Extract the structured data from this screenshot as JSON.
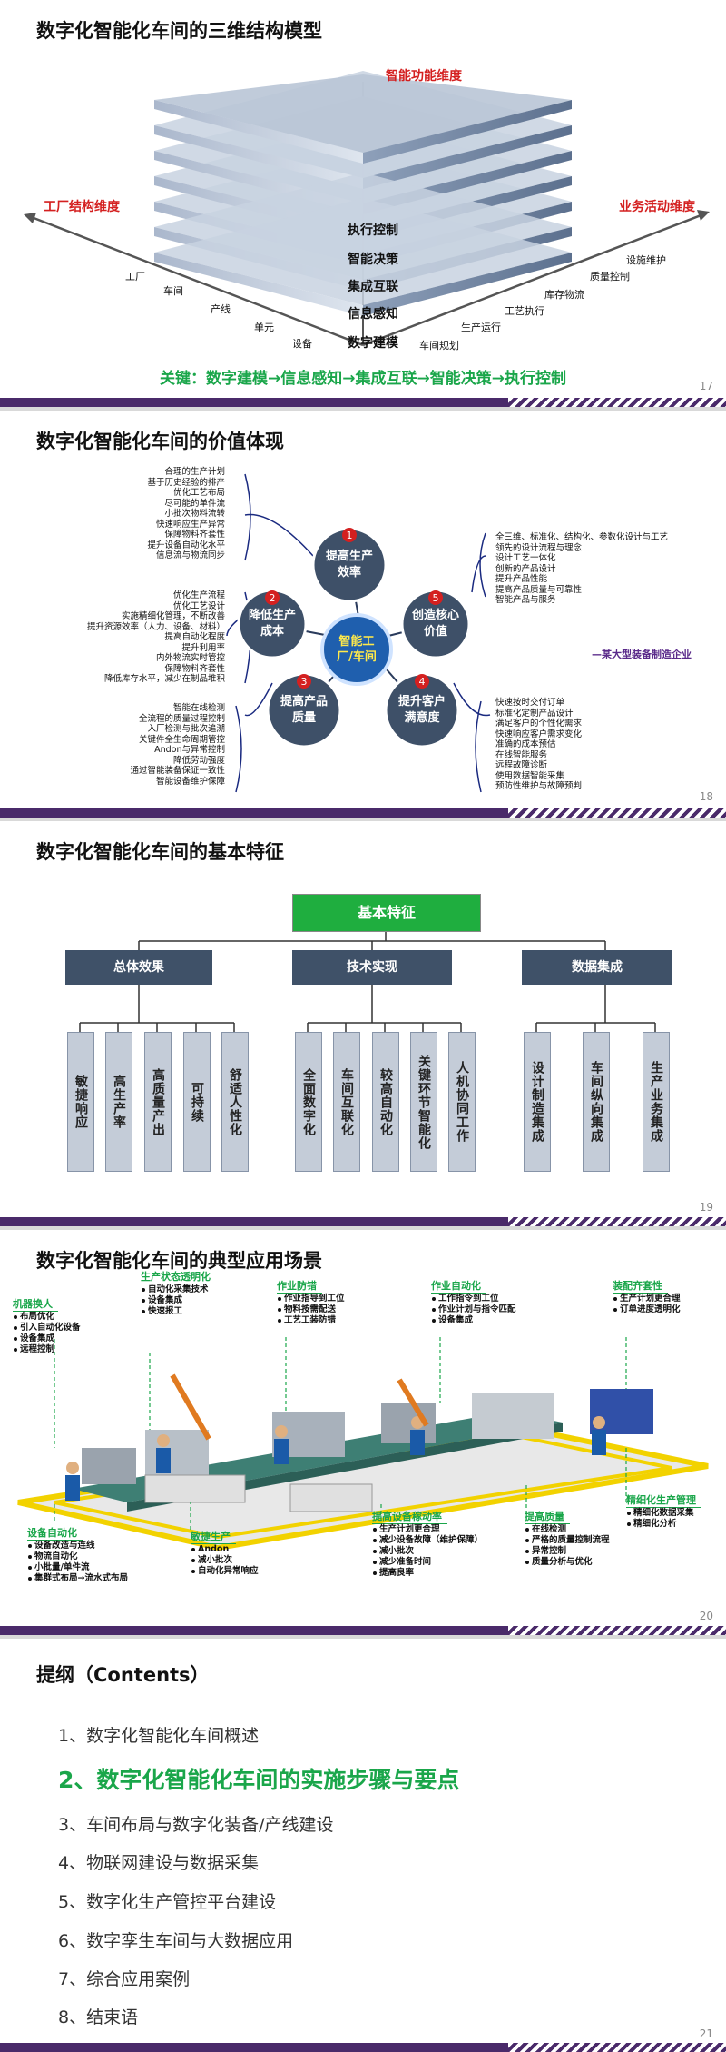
{
  "slides": [
    {
      "title": "数字化智能化车间的三维结构模型",
      "page": "17",
      "axis_top": "智能功能维度",
      "axis_left": "工厂结构维度",
      "axis_right": "业务活动维度",
      "layers": [
        "执行控制",
        "智能决策",
        "集成互联",
        "信息感知",
        "数字建模"
      ],
      "left_ticks": [
        "工厂",
        "车间",
        "产线",
        "单元",
        "设备"
      ],
      "right_ticks": [
        "车间规划",
        "生产运行",
        "工艺执行",
        "库存物流",
        "质量控制",
        "设施维护"
      ],
      "key_line": "关键：数字建模→信息感知→集成互联→智能决策→执行控制"
    },
    {
      "title": "数字化智能化车间的价值体现",
      "page": "18",
      "center": "智能工厂/车间",
      "nodes": [
        {
          "num": "1",
          "label": "提高生产效率"
        },
        {
          "num": "2",
          "label": "降低生产成本"
        },
        {
          "num": "3",
          "label": "提高产品质量"
        },
        {
          "num": "4",
          "label": "提升客户满意度"
        },
        {
          "num": "5",
          "label": "创造核心价值"
        }
      ],
      "list1": [
        "合理的生产计划",
        "基于历史经验的排产",
        "优化工艺布局",
        "尽可能的单件流",
        "小批次物料流转",
        "快速响应生产异常",
        "保障物料齐套性",
        "提升设备自动化水平",
        "信息流与物流同步"
      ],
      "list2": [
        "优化生产流程",
        "优化工艺设计",
        "实施精细化管理，不断改善",
        "提升资源效率（人力、设备、材料）",
        "提高自动化程度",
        "提升利用率",
        "内外物流实时管控",
        "保障物料齐套性",
        "降低库存水平，减少在制品堆积"
      ],
      "list3": [
        "智能在线检测",
        "全流程的质量过程控制",
        "入厂检测与批次追溯",
        "关键件全生命周期管控",
        "Andon与异常控制",
        "降低劳动强度",
        "通过智能装备保证一致性",
        "智能设备维护保障"
      ],
      "list4": [
        "快速按时交付订单",
        "标准化定制产品设计",
        "满足客户的个性化需求",
        "快速响应客户需求变化",
        "准确的成本预估",
        "在线智能服务",
        "远程故障诊断",
        "使用数据智能采集",
        "预防性维护与故障预判"
      ],
      "list5": [
        "全三维、标准化、结构化、参数化设计与工艺",
        "领先的设计流程与理念",
        "设计工艺一体化",
        "创新的产品设计",
        "提升产品性能",
        "提高产品质量与可靠性",
        "智能产品与服务"
      ],
      "source": "—某大型装备制造企业"
    },
    {
      "title": "数字化智能化车间的基本特征",
      "page": "19",
      "root": "基本特征",
      "groups": [
        {
          "label": "总体效果",
          "items": [
            "敏捷响应",
            "高生产率",
            "高质量产出",
            "可持续",
            "舒适人性化"
          ]
        },
        {
          "label": "技术实现",
          "items": [
            "全面数字化",
            "车间互联化",
            "较高自动化",
            "关键环节智能化",
            "人机协同工作"
          ]
        },
        {
          "label": "数据集成",
          "items": [
            "设计制造集成",
            "车间纵向集成",
            "生产业务集成"
          ]
        }
      ]
    },
    {
      "title": "数字化智能化车间的典型应用场景",
      "page": "20",
      "callouts": [
        {
          "title": "机器换人",
          "items": [
            "布局优化",
            "引入自动化设备",
            "设备集成",
            "远程控制"
          ]
        },
        {
          "title": "生产状态透明化",
          "items": [
            "自动化采集技术",
            "设备集成",
            "快速报工"
          ]
        },
        {
          "title": "作业防错",
          "items": [
            "作业指导到工位",
            "物料按需配送",
            "工艺工装防错"
          ]
        },
        {
          "title": "作业自动化",
          "items": [
            "工作指令到工位",
            "作业计划与指令匹配",
            "设备集成"
          ]
        },
        {
          "title": "装配齐套性",
          "items": [
            "生产计划更合理",
            "订单进度透明化"
          ]
        },
        {
          "title": "设备自动化",
          "items": [
            "设备改造与连线",
            "物流自动化",
            "小批量/单件流",
            "集群式布局→流水式布局"
          ]
        },
        {
          "title": "敏捷生产",
          "items": [
            "Andon",
            "减小批次",
            "自动化异常响应"
          ]
        },
        {
          "title": "提高设备稼动率",
          "items": [
            "生产计划更合理",
            "减少设备故障（维护保障）",
            "减小批次",
            "减少准备时间",
            "提高良率"
          ]
        },
        {
          "title": "提高质量",
          "items": [
            "在线检测",
            "严格的质量控制流程",
            "异常控制",
            "质量分析与优化"
          ]
        },
        {
          "title": "精细化生产管理",
          "items": [
            "精细化数据采集",
            "精细化分析"
          ]
        }
      ]
    },
    {
      "title": "提纲（Contents）",
      "page": "21",
      "items": [
        "1、数字化智能化车间概述",
        "2、数字化智能化车间的实施步骤与要点",
        "3、车间布局与数字化装备/产线建设",
        "4、物联网建设与数据采集",
        "5、数字化生产管控平台建设",
        "6、数字孪生车间与大数据应用",
        "7、综合应用案例",
        "8、结束语"
      ]
    }
  ]
}
